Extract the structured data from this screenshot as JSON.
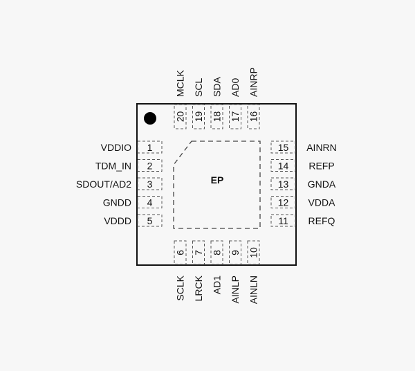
{
  "package": {
    "exposed_pad_label": "EP",
    "pin1_marker": "pin-1-dot"
  },
  "pins": {
    "left": [
      {
        "num": "1",
        "name": "VDDIO"
      },
      {
        "num": "2",
        "name": "TDM_IN"
      },
      {
        "num": "3",
        "name": "SDOUT/AD2"
      },
      {
        "num": "4",
        "name": "GNDD"
      },
      {
        "num": "5",
        "name": "VDDD"
      }
    ],
    "bottom": [
      {
        "num": "6",
        "name": "SCLK"
      },
      {
        "num": "7",
        "name": "LRCK"
      },
      {
        "num": "8",
        "name": "AD1"
      },
      {
        "num": "9",
        "name": "AINLP"
      },
      {
        "num": "10",
        "name": "AINLN"
      }
    ],
    "right": [
      {
        "num": "15",
        "name": "AINRN"
      },
      {
        "num": "14",
        "name": "REFP"
      },
      {
        "num": "13",
        "name": "GNDA"
      },
      {
        "num": "12",
        "name": "VDDA"
      },
      {
        "num": "11",
        "name": "REFQ"
      }
    ],
    "top": [
      {
        "num": "20",
        "name": "MCLK"
      },
      {
        "num": "19",
        "name": "SCL"
      },
      {
        "num": "18",
        "name": "SDA"
      },
      {
        "num": "17",
        "name": "AD0"
      },
      {
        "num": "16",
        "name": "AINRP"
      }
    ]
  }
}
